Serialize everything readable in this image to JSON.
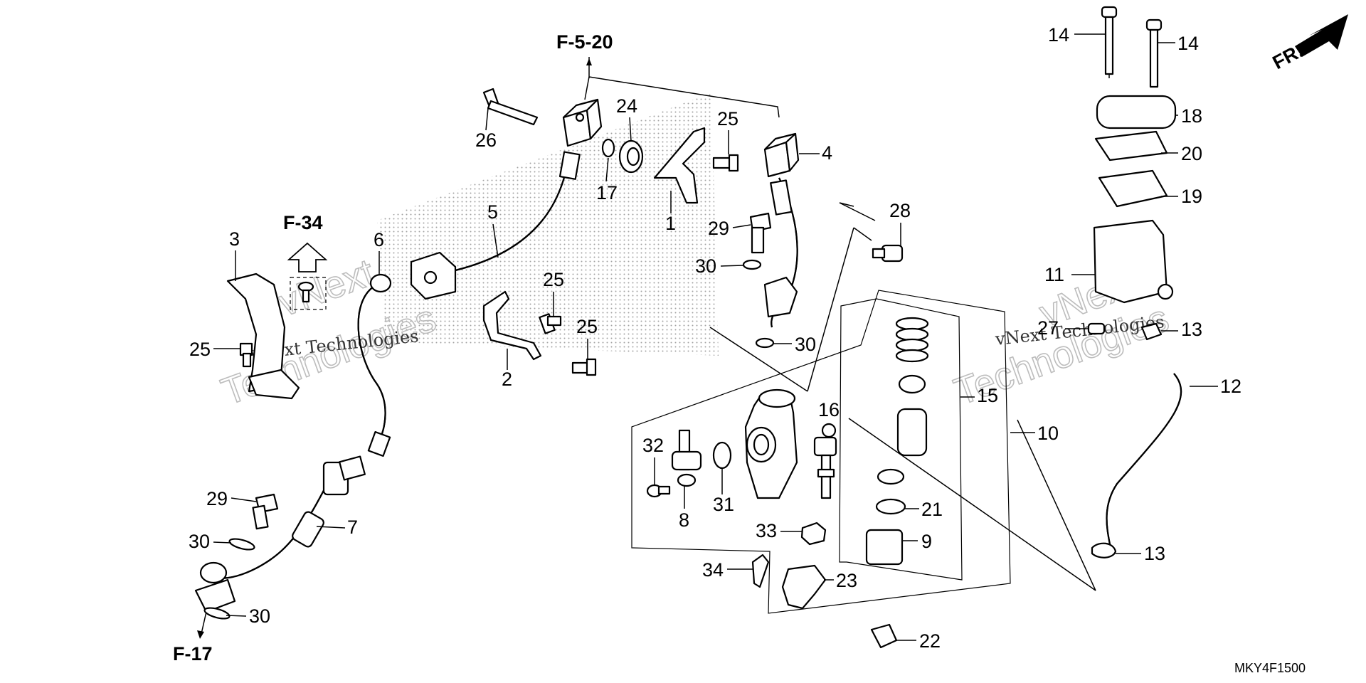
{
  "diagram": {
    "code": "MKY4F1500",
    "fr_label": "FR.",
    "ref_labels": {
      "f520": "F-5-20",
      "f34": "F-34",
      "f17": "F-17"
    },
    "watermark": {
      "line1": "vNext",
      "line2": "Technologies",
      "small": "vNext Technologies"
    },
    "parts": {
      "p1": "1",
      "p2": "2",
      "p3": "3",
      "p4": "4",
      "p5": "5",
      "p6": "6",
      "p7": "7",
      "p8": "8",
      "p9": "9",
      "p10": "10",
      "p11": "11",
      "p12": "12",
      "p13a": "13",
      "p13b": "13",
      "p14a": "14",
      "p14b": "14",
      "p15": "15",
      "p16": "16",
      "p17": "17",
      "p18": "18",
      "p19": "19",
      "p20": "20",
      "p21": "21",
      "p22": "22",
      "p23": "23",
      "p24": "24",
      "p25a": "25",
      "p25b": "25",
      "p25c": "25",
      "p25d": "25",
      "p26": "26",
      "p27": "27",
      "p28": "28",
      "p29a": "29",
      "p29b": "29",
      "p30a": "30",
      "p30b": "30",
      "p30c": "30",
      "p30d": "30",
      "p31": "31",
      "p32": "32",
      "p33": "33",
      "p34": "34"
    }
  }
}
